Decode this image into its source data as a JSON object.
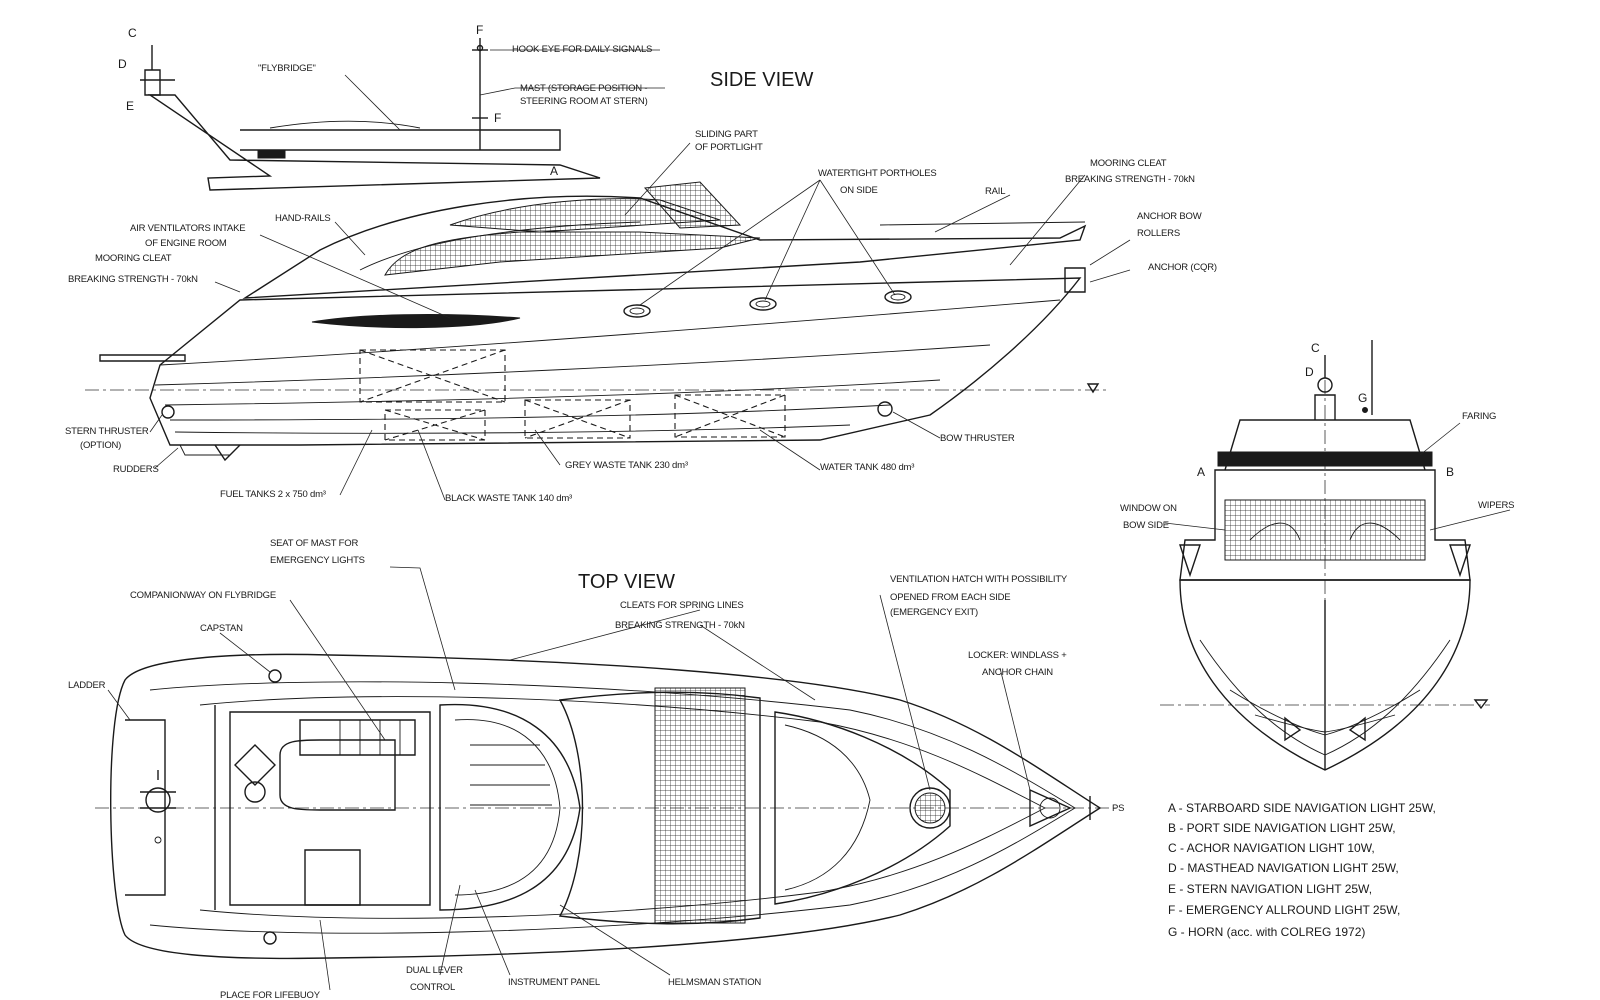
{
  "titles": {
    "side_view": "SIDE VIEW",
    "top_view": "TOP VIEW"
  },
  "side_labels": {
    "hook_eye": "HOOK EYE FOR DAILY SIGNALS",
    "mast_1": "MAST (STORAGE POSITION -",
    "mast_2": "STEERING ROOM AT STERN)",
    "flybridge": "\"FLYBRIDGE\"",
    "sliding_1": "SLIDING PART",
    "sliding_2": "OF PORTLIGHT",
    "watertight_1": "WATERTIGHT PORTHOLES",
    "watertight_2": "ON SIDE",
    "mooring_cleat_bow_1": "MOORING CLEAT",
    "mooring_cleat_bow_2": "BREAKING STRENGTH - 70kN",
    "rail": "RAIL",
    "anchor_bow_1": "ANCHOR BOW",
    "anchor_bow_2": "ROLLERS",
    "anchor_cqr": "ANCHOR (CQR)",
    "air_vent_1": "AIR VENTILATORS INTAKE",
    "air_vent_2": "OF ENGINE ROOM",
    "hand_rails": "HAND-RAILS",
    "mooring_cleat_stern_1": "MOORING CLEAT",
    "mooring_cleat_stern_2": "BREAKING STRENGTH - 70kN",
    "stern_thruster_1": "STERN THRUSTER",
    "stern_thruster_2": "(OPTION)",
    "rudders": "RUDDERS",
    "fuel_tanks": "FUEL TANKS 2 x 750 dm³",
    "black_waste": "BLACK WASTE TANK 140 dm³",
    "grey_waste": "GREY WASTE TANK 230 dm³",
    "water_tank": "WATER TANK 480 dm³",
    "bow_thruster": "BOW THRUSTER"
  },
  "top_labels": {
    "seat_mast_1": "SEAT OF MAST FOR",
    "seat_mast_2": "EMERGENCY LIGHTS",
    "companionway": "COMPANIONWAY ON FLYBRIDGE",
    "capstan": "CAPSTAN",
    "ladder": "LADDER",
    "cleats_spring_1": "CLEATS FOR SPRING LINES",
    "cleats_spring_2": "BREAKING STRENGTH - 70kN",
    "vent_hatch_1": "VENTILATION HATCH WITH POSSIBILITY",
    "vent_hatch_2": "OPENED FROM EACH SIDE",
    "vent_hatch_3": "(EMERGENCY EXIT)",
    "locker_1": "LOCKER: WINDLASS +",
    "locker_2": "ANCHOR CHAIN",
    "ps": "PS",
    "dual_lever_1": "DUAL LEVER",
    "dual_lever_2": "CONTROL",
    "instrument_panel": "INSTRUMENT PANEL",
    "helmsman_1": "HELMSMAN STATION",
    "bottom_cut": "PLACE FOR LIFEBUOY"
  },
  "front_labels": {
    "faring": "FARING",
    "window_1": "WINDOW ON",
    "window_2": "BOW SIDE",
    "wipers": "WIPERS"
  },
  "markers": {
    "A": "A",
    "B": "B",
    "C": "C",
    "D": "D",
    "E": "E",
    "F": "F",
    "G": "G"
  },
  "legend": [
    "A - STARBOARD SIDE NAVIGATION LIGHT 25W,",
    "B - PORT SIDE NAVIGATION LIGHT 25W,",
    "C - ACHOR NAVIGATION LIGHT 10W,",
    "D - MASTHEAD NAVIGATION LIGHT 25W,",
    "E - STERN NAVIGATION LIGHT 25W,",
    "F - EMERGENCY ALLROUND LIGHT 25W,",
    "G - HORN (acc. with COLREG 1972)"
  ]
}
